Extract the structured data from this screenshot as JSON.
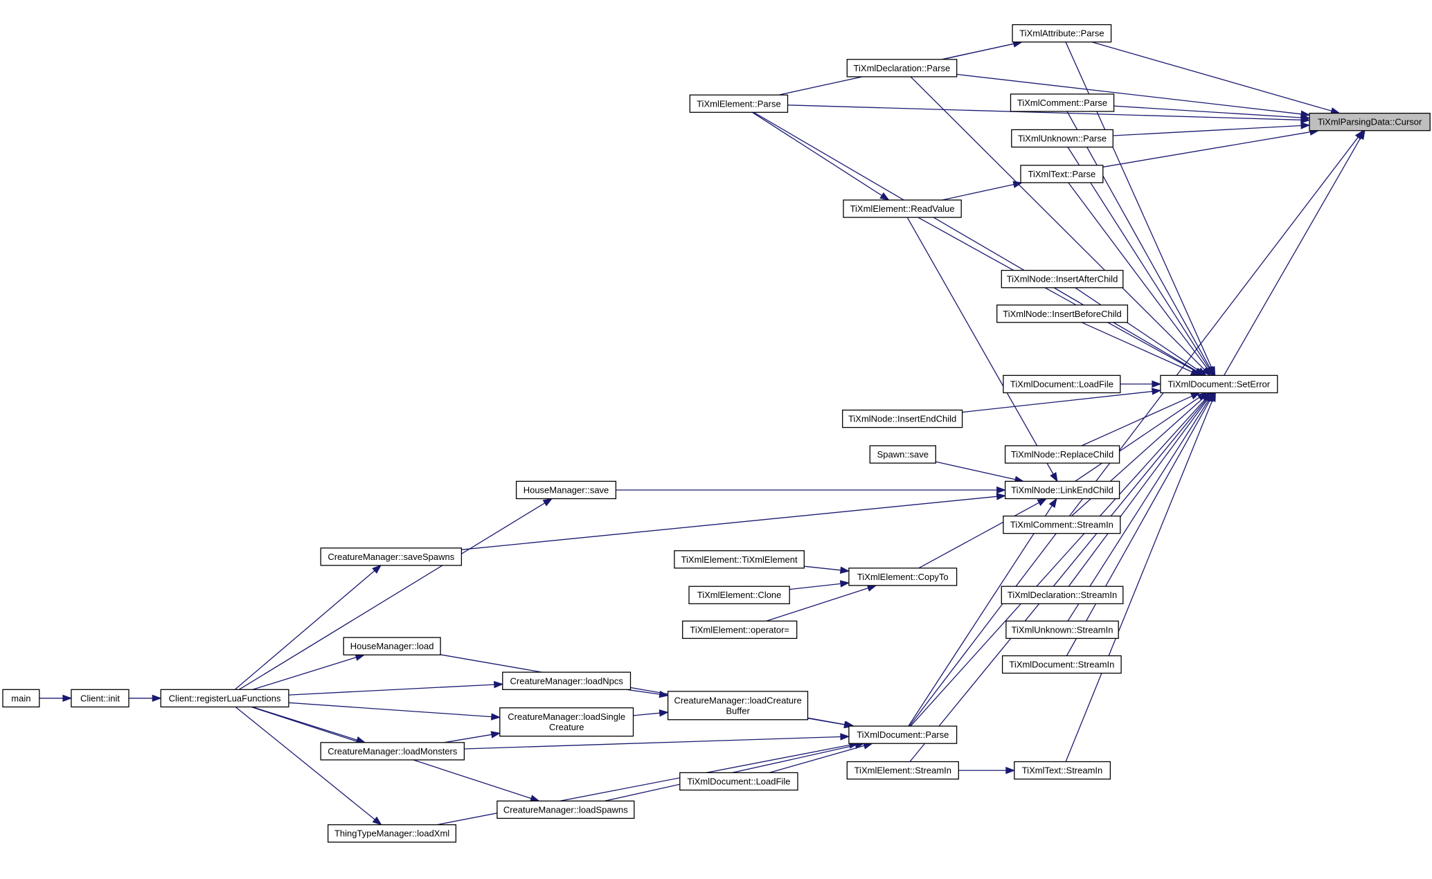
{
  "diagram": {
    "title": "",
    "colors": {
      "edge": "#191970",
      "node_border": "#000000",
      "highlight_fill": "#bfbfbf",
      "background": "#ffffff"
    },
    "nodes": [
      {
        "id": "cursor",
        "label": "TiXmlParsingData::Cursor",
        "highlight": true
      },
      {
        "id": "attr_parse",
        "label": "TiXmlAttribute::Parse"
      },
      {
        "id": "decl_parse",
        "label": "TiXmlDeclaration::Parse"
      },
      {
        "id": "elem_parse",
        "label": "TiXmlElement::Parse"
      },
      {
        "id": "comment_parse",
        "label": "TiXmlComment::Parse"
      },
      {
        "id": "unknown_parse",
        "label": "TiXmlUnknown::Parse"
      },
      {
        "id": "text_parse",
        "label": "TiXmlText::Parse"
      },
      {
        "id": "elem_readvalue",
        "label": "TiXmlElement::ReadValue"
      },
      {
        "id": "node_insertafter",
        "label": "TiXmlNode::InsertAfterChild"
      },
      {
        "id": "node_insertbefore",
        "label": "TiXmlNode::InsertBeforeChild"
      },
      {
        "id": "doc_loadfile_a",
        "label": "TiXmlDocument::LoadFile"
      },
      {
        "id": "doc_seterror",
        "label": "TiXmlDocument::SetError"
      },
      {
        "id": "node_insertend",
        "label": "TiXmlNode::InsertEndChild"
      },
      {
        "id": "node_replace",
        "label": "TiXmlNode::ReplaceChild"
      },
      {
        "id": "spawn_save",
        "label": "Spawn::save"
      },
      {
        "id": "node_linkend",
        "label": "TiXmlNode::LinkEndChild"
      },
      {
        "id": "house_save",
        "label": "HouseManager::save"
      },
      {
        "id": "comment_streamin",
        "label": "TiXmlComment::StreamIn"
      },
      {
        "id": "cm_savespawns",
        "label": "CreatureManager::saveSpawns"
      },
      {
        "id": "elem_ctor",
        "label": "TiXmlElement::TiXmlElement"
      },
      {
        "id": "elem_copyto",
        "label": "TiXmlElement::CopyTo"
      },
      {
        "id": "elem_clone",
        "label": "TiXmlElement::Clone"
      },
      {
        "id": "decl_streamin",
        "label": "TiXmlDeclaration::StreamIn"
      },
      {
        "id": "elem_opassign",
        "label": "TiXmlElement::operator="
      },
      {
        "id": "unknown_streamin",
        "label": "TiXmlUnknown::StreamIn"
      },
      {
        "id": "house_load",
        "label": "HouseManager::load"
      },
      {
        "id": "doc_streamin",
        "label": "TiXmlDocument::StreamIn"
      },
      {
        "id": "cm_loadnpcs",
        "label": "CreatureManager::loadNpcs"
      },
      {
        "id": "main",
        "label": "main"
      },
      {
        "id": "client_init",
        "label": "Client::init"
      },
      {
        "id": "client_reglua",
        "label": "Client::registerLuaFunctions"
      },
      {
        "id": "cm_loadcreaturebuffer",
        "label": "CreatureManager::loadCreature",
        "label2": "Buffer"
      },
      {
        "id": "cm_loadsingle",
        "label": "CreatureManager::loadSingle",
        "label2": "Creature"
      },
      {
        "id": "doc_parse",
        "label": "TiXmlDocument::Parse"
      },
      {
        "id": "cm_loadmonsters",
        "label": "CreatureManager::loadMonsters"
      },
      {
        "id": "elem_streamin",
        "label": "TiXmlElement::StreamIn"
      },
      {
        "id": "text_streamin",
        "label": "TiXmlText::StreamIn"
      },
      {
        "id": "doc_loadfile_b",
        "label": "TiXmlDocument::LoadFile"
      },
      {
        "id": "cm_loadspawns",
        "label": "CreatureManager::loadSpawns"
      },
      {
        "id": "ttm_loadxml",
        "label": "ThingTypeManager::loadXml"
      }
    ],
    "edges": [
      {
        "from": "attr_parse",
        "to": "cursor"
      },
      {
        "from": "decl_parse",
        "to": "cursor"
      },
      {
        "from": "elem_parse",
        "to": "cursor"
      },
      {
        "from": "comment_parse",
        "to": "cursor"
      },
      {
        "from": "unknown_parse",
        "to": "cursor"
      },
      {
        "from": "text_parse",
        "to": "cursor"
      },
      {
        "from": "doc_seterror",
        "to": "cursor"
      },
      {
        "from": "doc_parse",
        "to": "cursor"
      },
      {
        "from": "decl_parse",
        "to": "attr_parse"
      },
      {
        "from": "elem_parse",
        "to": "attr_parse"
      },
      {
        "from": "elem_parse",
        "to": "elem_readvalue"
      },
      {
        "from": "elem_readvalue",
        "to": "text_parse"
      },
      {
        "from": "attr_parse",
        "to": "doc_seterror"
      },
      {
        "from": "decl_parse",
        "to": "doc_seterror"
      },
      {
        "from": "elem_parse",
        "to": "doc_seterror"
      },
      {
        "from": "comment_parse",
        "to": "doc_seterror"
      },
      {
        "from": "unknown_parse",
        "to": "doc_seterror"
      },
      {
        "from": "text_parse",
        "to": "doc_seterror"
      },
      {
        "from": "elem_readvalue",
        "to": "doc_seterror"
      },
      {
        "from": "node_insertafter",
        "to": "doc_seterror"
      },
      {
        "from": "node_insertbefore",
        "to": "doc_seterror"
      },
      {
        "from": "doc_loadfile_a",
        "to": "doc_seterror"
      },
      {
        "from": "node_insertend",
        "to": "doc_seterror"
      },
      {
        "from": "node_replace",
        "to": "doc_seterror"
      },
      {
        "from": "node_linkend",
        "to": "doc_seterror"
      },
      {
        "from": "comment_streamin",
        "to": "doc_seterror"
      },
      {
        "from": "decl_streamin",
        "to": "doc_seterror"
      },
      {
        "from": "unknown_streamin",
        "to": "doc_seterror"
      },
      {
        "from": "doc_streamin",
        "to": "doc_seterror"
      },
      {
        "from": "doc_parse",
        "to": "doc_seterror"
      },
      {
        "from": "elem_streamin",
        "to": "doc_seterror"
      },
      {
        "from": "text_streamin",
        "to": "doc_seterror"
      },
      {
        "from": "elem_readvalue",
        "to": "node_linkend"
      },
      {
        "from": "spawn_save",
        "to": "node_linkend"
      },
      {
        "from": "house_save",
        "to": "node_linkend"
      },
      {
        "from": "cm_savespawns",
        "to": "node_linkend"
      },
      {
        "from": "elem_copyto",
        "to": "node_linkend"
      },
      {
        "from": "doc_parse",
        "to": "node_linkend"
      },
      {
        "from": "elem_ctor",
        "to": "elem_copyto"
      },
      {
        "from": "elem_clone",
        "to": "elem_copyto"
      },
      {
        "from": "elem_opassign",
        "to": "elem_copyto"
      },
      {
        "from": "elem_streamin",
        "to": "text_streamin"
      },
      {
        "from": "main",
        "to": "client_init"
      },
      {
        "from": "client_init",
        "to": "client_reglua"
      },
      {
        "from": "client_reglua",
        "to": "house_save"
      },
      {
        "from": "client_reglua",
        "to": "cm_savespawns"
      },
      {
        "from": "client_reglua",
        "to": "house_load"
      },
      {
        "from": "client_reglua",
        "to": "cm_loadnpcs"
      },
      {
        "from": "client_reglua",
        "to": "cm_loadsingle"
      },
      {
        "from": "client_reglua",
        "to": "cm_loadmonsters"
      },
      {
        "from": "client_reglua",
        "to": "cm_loadspawns"
      },
      {
        "from": "client_reglua",
        "to": "ttm_loadxml"
      },
      {
        "from": "cm_loadnpcs",
        "to": "cm_loadcreaturebuffer"
      },
      {
        "from": "cm_loadsingle",
        "to": "cm_loadcreaturebuffer"
      },
      {
        "from": "cm_loadmonsters",
        "to": "cm_loadsingle"
      },
      {
        "from": "house_load",
        "to": "doc_parse"
      },
      {
        "from": "cm_loadcreaturebuffer",
        "to": "doc_parse"
      },
      {
        "from": "cm_loadmonsters",
        "to": "doc_parse"
      },
      {
        "from": "doc_loadfile_b",
        "to": "doc_parse"
      },
      {
        "from": "cm_loadspawns",
        "to": "doc_parse"
      },
      {
        "from": "ttm_loadxml",
        "to": "doc_parse"
      }
    ]
  }
}
